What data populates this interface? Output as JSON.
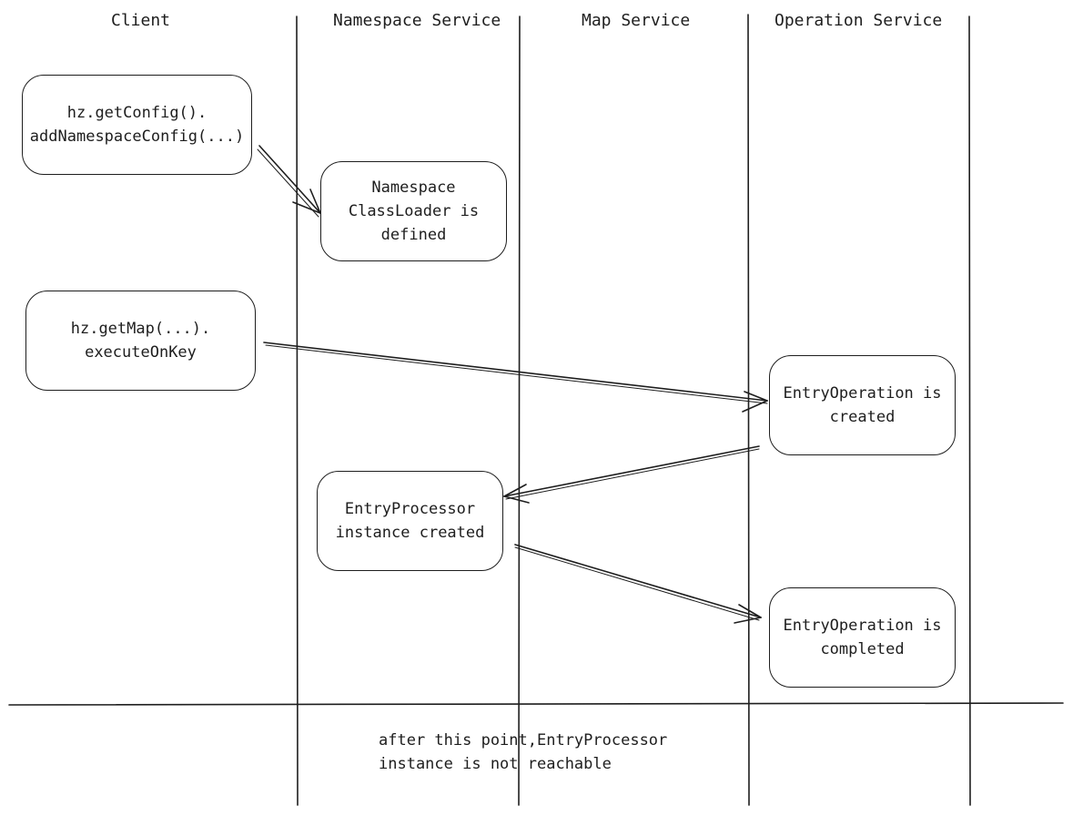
{
  "lanes": {
    "client": "Client",
    "namespace": "Namespace Service",
    "map": "Map Service",
    "operation": "Operation Service"
  },
  "boxes": {
    "add_config": "hz.getConfig().\naddNamespaceConfig(...)",
    "classloader": "Namespace\nClassLoader is\ndefined",
    "execute": "hz.getMap(...).\nexecuteOnKey",
    "entry_op_created": "EntryOperation is\ncreated",
    "processor_created": "EntryProcessor\ninstance created",
    "entry_op_completed": "EntryOperation is\ncompleted"
  },
  "note": "after this point,EntryProcessor\ninstance is not reachable"
}
